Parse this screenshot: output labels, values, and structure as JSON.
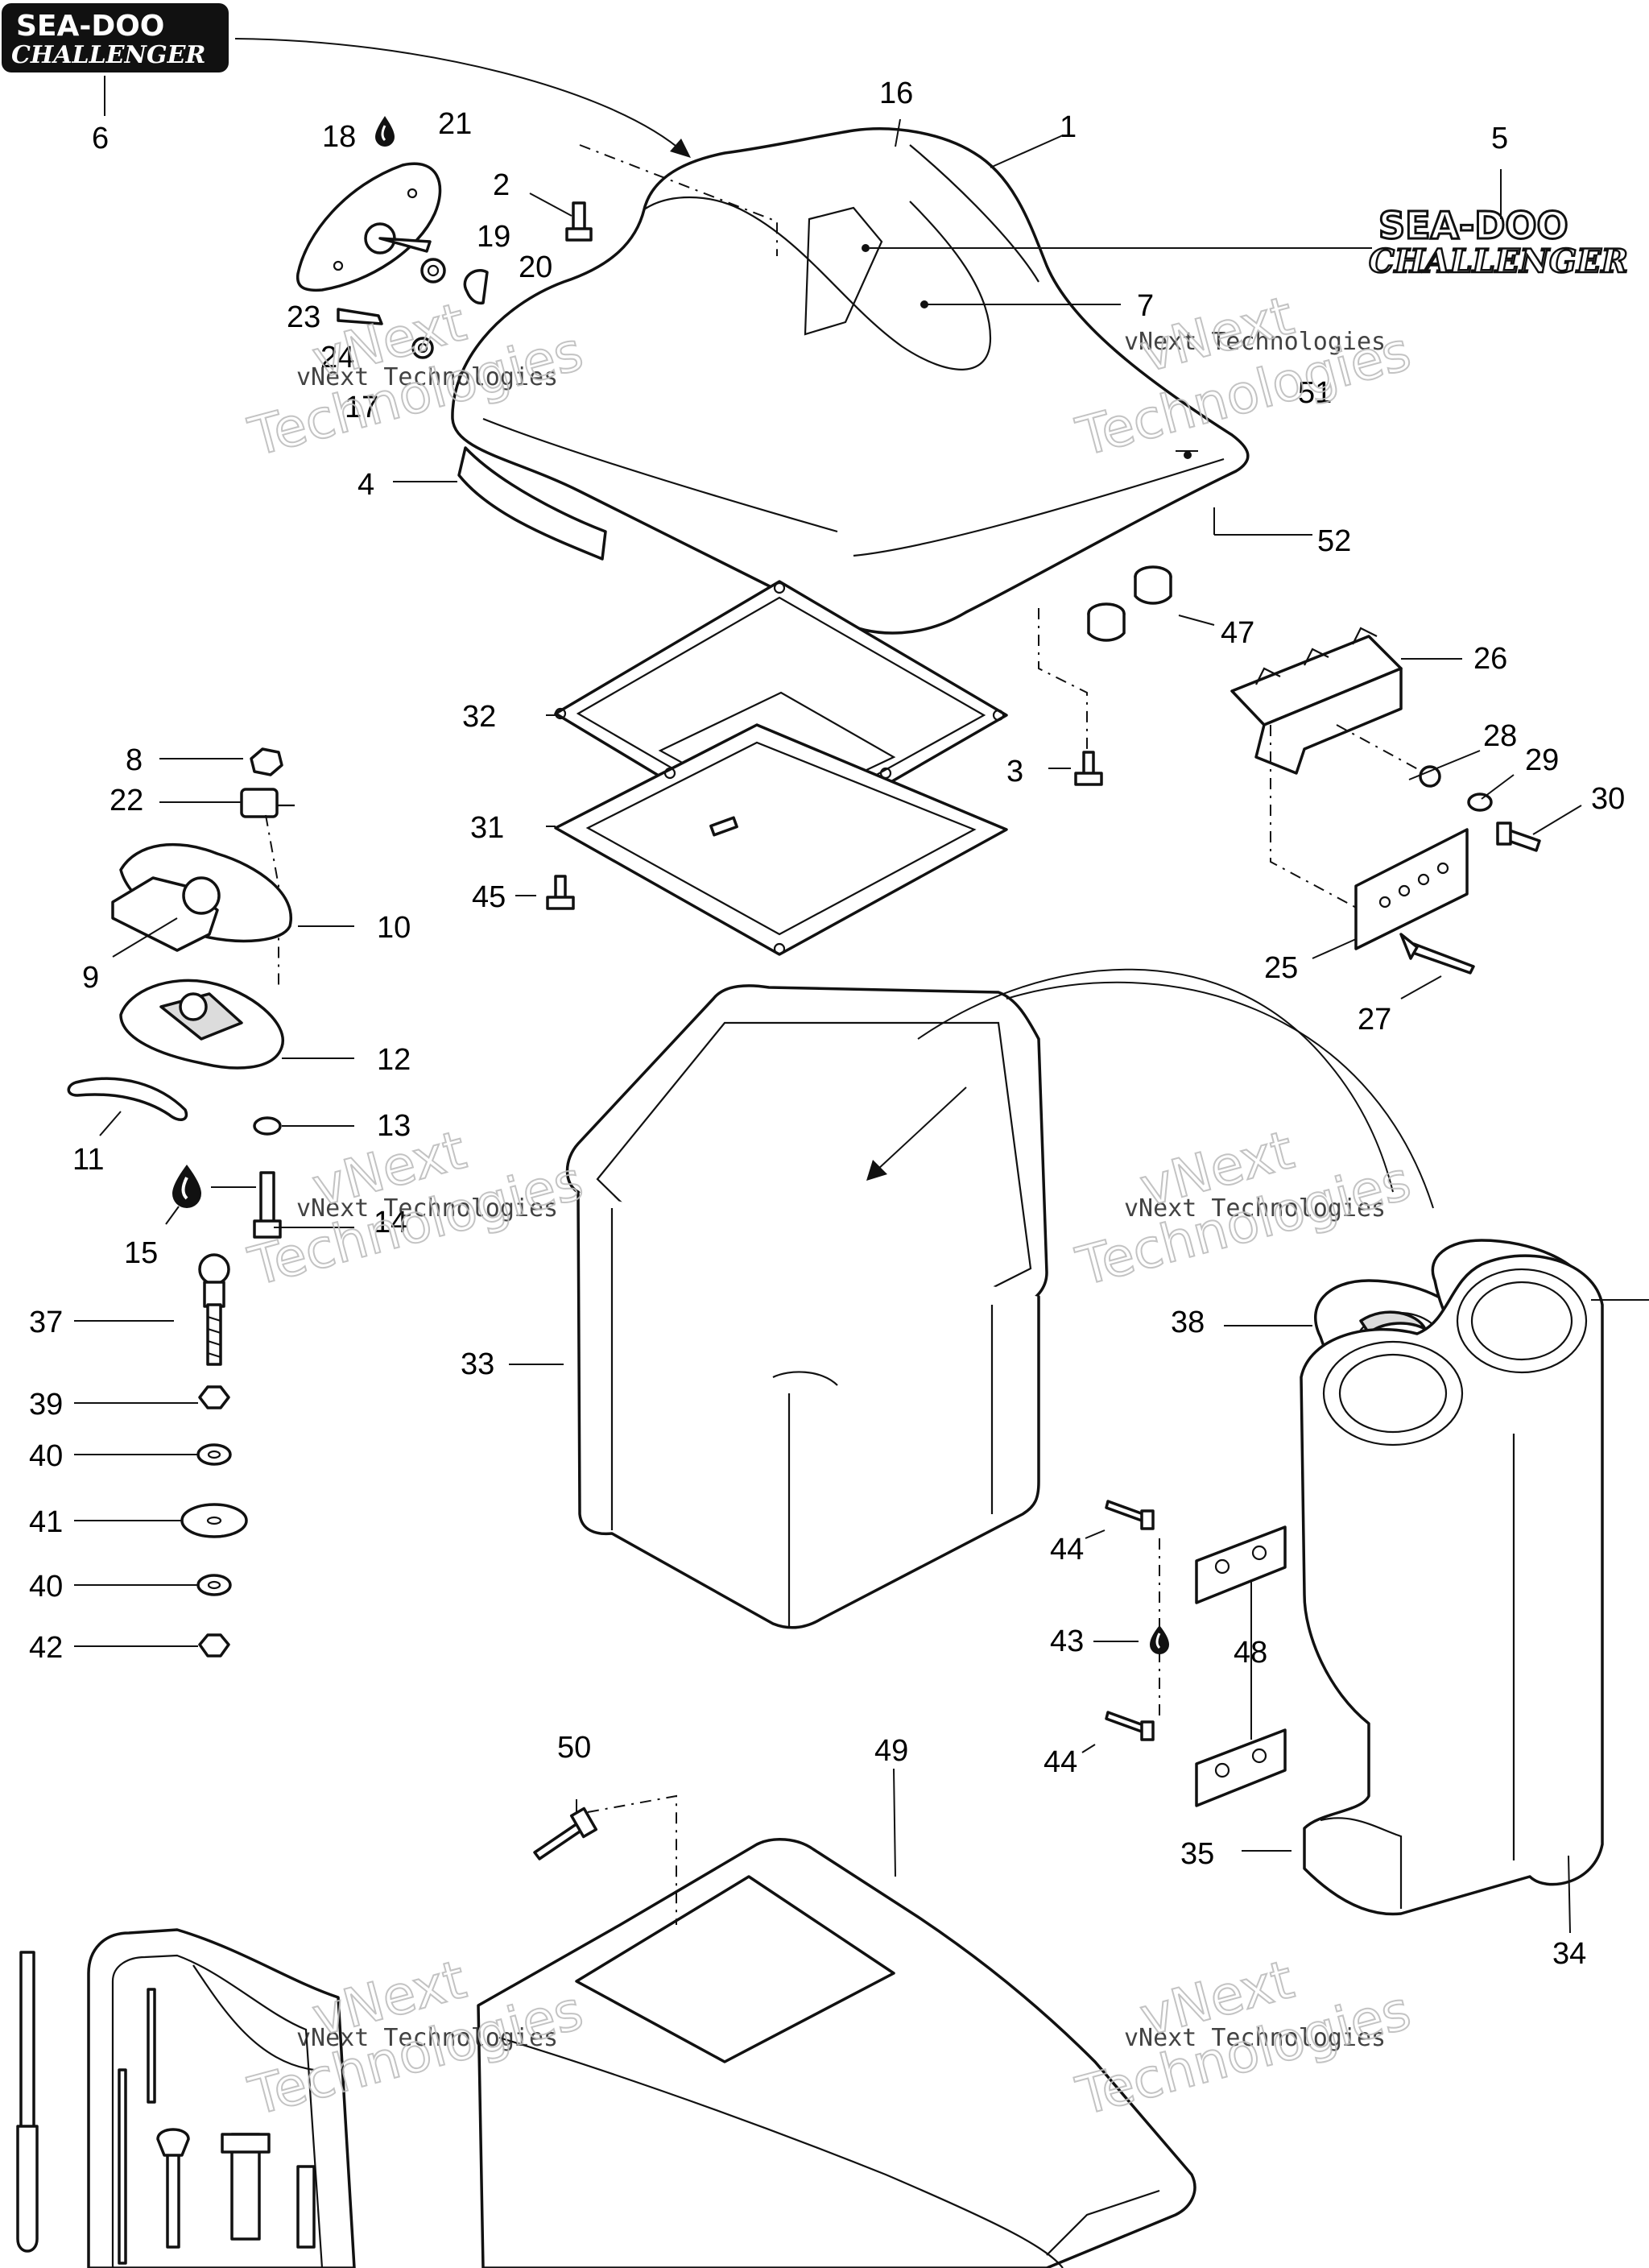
{
  "logo": {
    "brand": "SEA-DOO",
    "model": "CHALLENGER"
  },
  "watermark": {
    "line": "vNext Technologies",
    "word_top": "vNext",
    "word_bottom": "Technologies"
  },
  "callouts": {
    "c1": "1",
    "c2": "2",
    "c3": "3",
    "c4": "4",
    "c5": "5",
    "c6": "6",
    "c7": "7",
    "c8": "8",
    "c9": "9",
    "c10": "10",
    "c11": "11",
    "c12": "12",
    "c13": "13",
    "c14": "14",
    "c15": "15",
    "c16": "16",
    "c17": "17",
    "c18": "18",
    "c19": "19",
    "c20": "20",
    "c21": "21",
    "c22": "22",
    "c23": "23",
    "c24": "24",
    "c25": "25",
    "c26": "26",
    "c27": "27",
    "c28": "28",
    "c29": "29",
    "c30": "30",
    "c31": "31",
    "c32": "32",
    "c33": "33",
    "c34": "34",
    "c35": "35",
    "c37": "37",
    "c38": "38",
    "c39": "39",
    "c40a": "40",
    "c40b": "40",
    "c41": "41",
    "c42": "42",
    "c43": "43",
    "c44a": "44",
    "c44b": "44",
    "c45": "45",
    "c47": "47",
    "c48": "48",
    "c49": "49",
    "c50": "50",
    "c51": "51",
    "c52": "52"
  },
  "icons": {
    "adhesive_drop": "drop-icon"
  }
}
